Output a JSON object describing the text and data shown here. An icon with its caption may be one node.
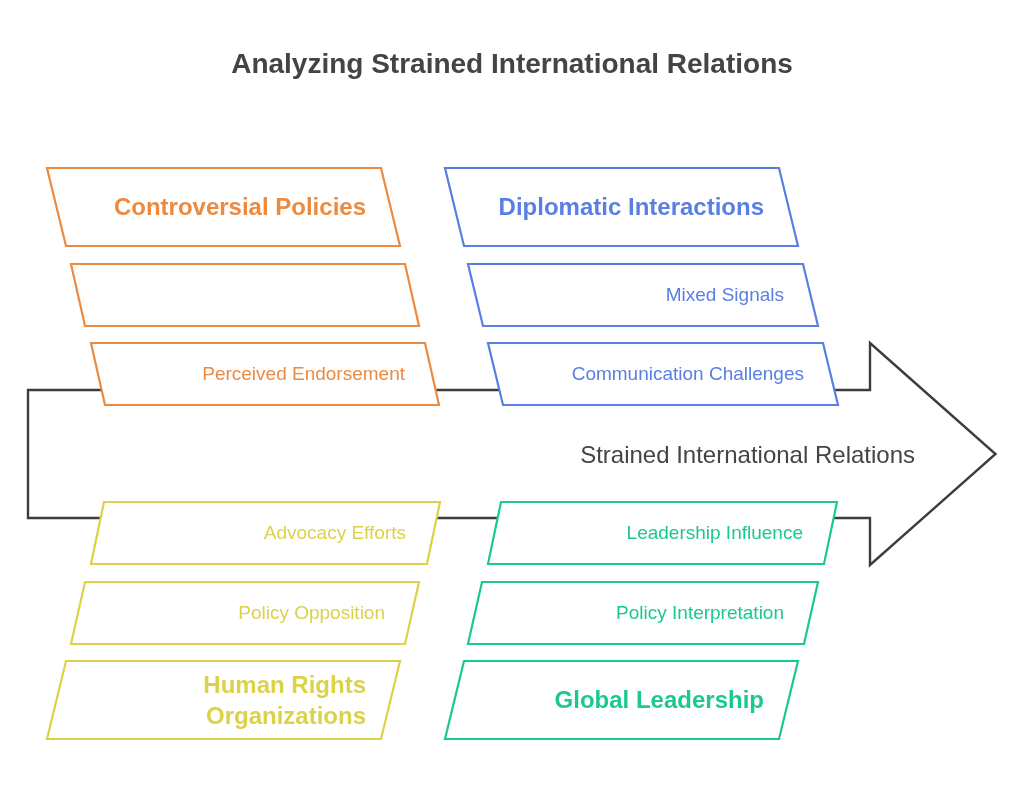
{
  "diagram": {
    "title": "Analyzing Strained International Relations",
    "nodes": [
      {
        "text": [
          "Controversial Policies"
        ]
      },
      {
        "text": [
          "Diplomatic Interactions"
        ]
      },
      {
        "text": [],
        "shape": "parallelogram"
      },
      {
        "text": [
          "Mixed Signals"
        ]
      },
      {
        "text": [
          "Perceived Endorsement"
        ]
      },
      {
        "text": [
          "Communication Challenges"
        ]
      },
      {
        "text": [
          "Strained International Relations"
        ]
      },
      {
        "text": [
          "Advocacy Efforts"
        ]
      },
      {
        "text": [
          "Leadership Influence"
        ]
      },
      {
        "text": [
          "Policy Opposition"
        ]
      },
      {
        "text": [
          "Policy Interpretation"
        ]
      },
      {
        "text": [
          "Human Rights Organizations"
        ]
      },
      {
        "text": [
          "Global Leadership"
        ]
      }
    ]
  }
}
